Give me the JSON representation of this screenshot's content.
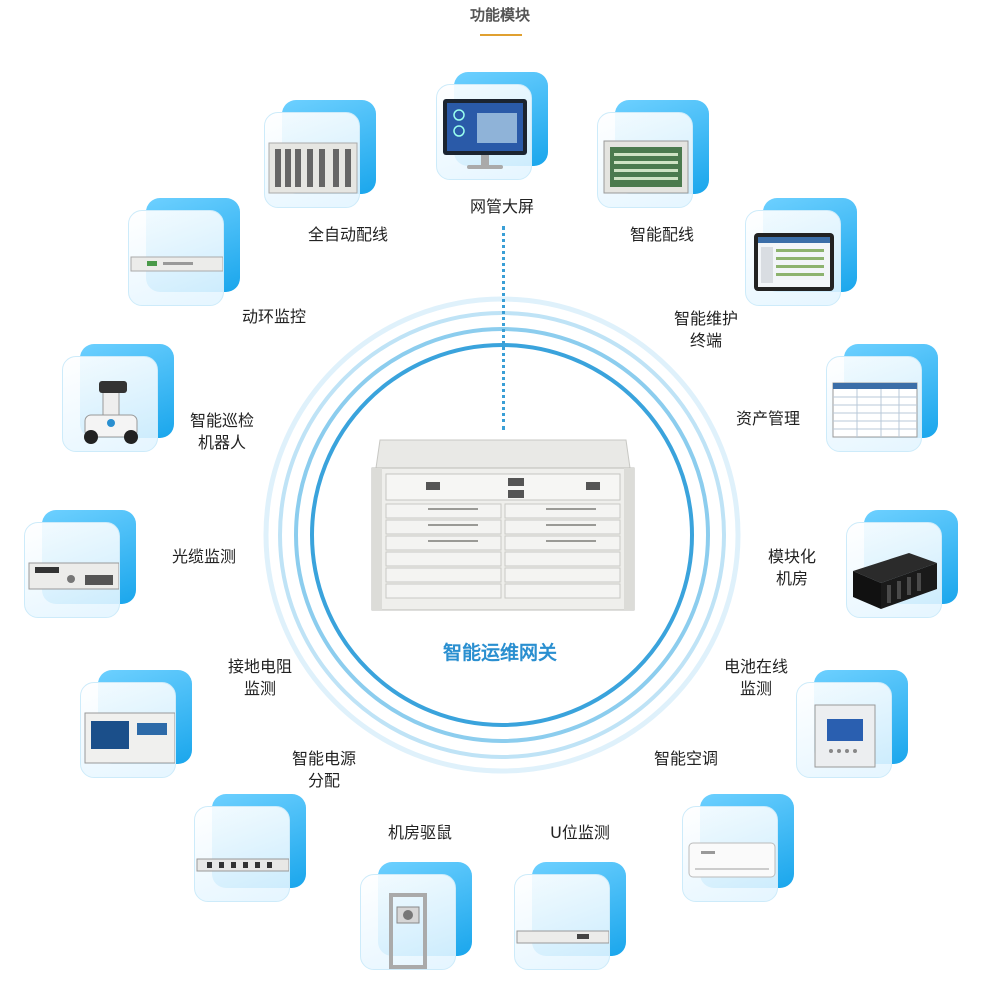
{
  "header": {
    "title": "功能模块"
  },
  "center": {
    "label": "智能运维网关",
    "icon": "gateway-chassis-icon"
  },
  "accent_color": "#2a8fd0",
  "modules": [
    {
      "id": "network-screen",
      "lines": [
        "网管大屏"
      ],
      "icon": "monitor-icon"
    },
    {
      "id": "auto-wiring",
      "lines": [
        "全自动配线"
      ],
      "icon": "rack-patch-icon"
    },
    {
      "id": "smart-wiring",
      "lines": [
        "智能配线"
      ],
      "icon": "patch-panel-icon"
    },
    {
      "id": "env-monitor",
      "lines": [
        "动环监控"
      ],
      "icon": "1u-device-icon"
    },
    {
      "id": "maintenance-terminal",
      "lines": [
        "智能维护",
        "终端"
      ],
      "icon": "tablet-icon"
    },
    {
      "id": "inspection-robot",
      "lines": [
        "智能巡检",
        "机器人"
      ],
      "icon": "robot-icon"
    },
    {
      "id": "asset-management",
      "lines": [
        "资产管理"
      ],
      "icon": "spreadsheet-icon"
    },
    {
      "id": "fiber-monitor",
      "lines": [
        "光缆监测"
      ],
      "icon": "fiber-chassis-icon"
    },
    {
      "id": "modular-room",
      "lines": [
        "模块化",
        "机房"
      ],
      "icon": "server-rack-icon"
    },
    {
      "id": "grounding-monitor",
      "lines": [
        "接地电阻",
        "监测"
      ],
      "icon": "meter-device-icon"
    },
    {
      "id": "battery-monitor",
      "lines": [
        "电池在线",
        "监测"
      ],
      "icon": "wall-panel-icon"
    },
    {
      "id": "power-distribution",
      "lines": [
        "智能电源",
        "分配"
      ],
      "icon": "pdu-icon"
    },
    {
      "id": "smart-ac",
      "lines": [
        "智能空调"
      ],
      "icon": "air-conditioner-icon"
    },
    {
      "id": "rodent-repel",
      "lines": [
        "机房驱鼠"
      ],
      "icon": "rack-frame-icon"
    },
    {
      "id": "u-position",
      "lines": [
        "U位监测"
      ],
      "icon": "1u-unit-icon"
    }
  ]
}
